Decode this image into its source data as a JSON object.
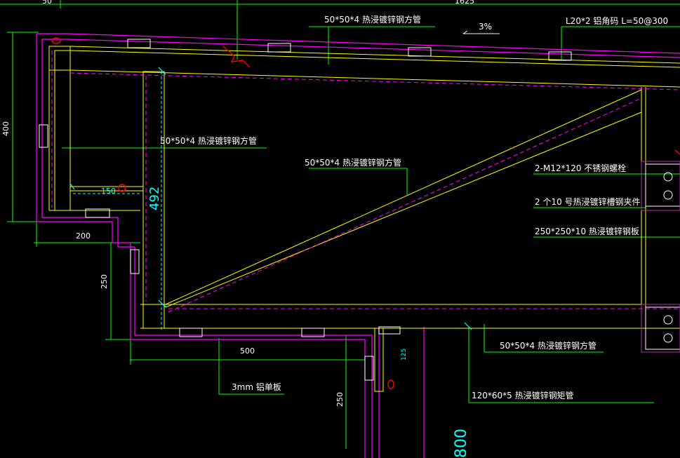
{
  "colors": {
    "background": "#000000",
    "magenta": "#ff00ff",
    "yellow": "#ffff00",
    "green": "#00ff00",
    "cyan": "#00ffff",
    "white": "#ffffff",
    "red": "#ff0000",
    "purple": "#b030b0"
  },
  "annotations": {
    "top_tube": "50*50*4  热浸镀锌钢方管",
    "angle_code": "L20*2  铝角码 L=50@300",
    "slope": "3%",
    "left_tube": "50*50*4  热浸镀锌钢方管",
    "diag_tube": "50*50*4  热浸镀锌钢方管",
    "bolts": "2-M12*120      不锈钢螺栓",
    "channel": "2 个10 号热浸镀锌槽钢夹件",
    "plate": "250*250*10       热浸镀锌钢板",
    "bottom_tube": "50*50*4  热浸镀锌钢方管",
    "al_panel": "3mm   铝单板",
    "rect_tube": "120*60*5   热浸镀锌钢矩管"
  },
  "dimensions": {
    "top_left": "50",
    "top_width": "1625",
    "height_400": "400",
    "width_200": "200",
    "height_250a": "250",
    "width_500": "500",
    "height_250b": "250",
    "inner_150": "150",
    "inner_492": "492",
    "inner_125": "125",
    "bottom_right": "800"
  }
}
